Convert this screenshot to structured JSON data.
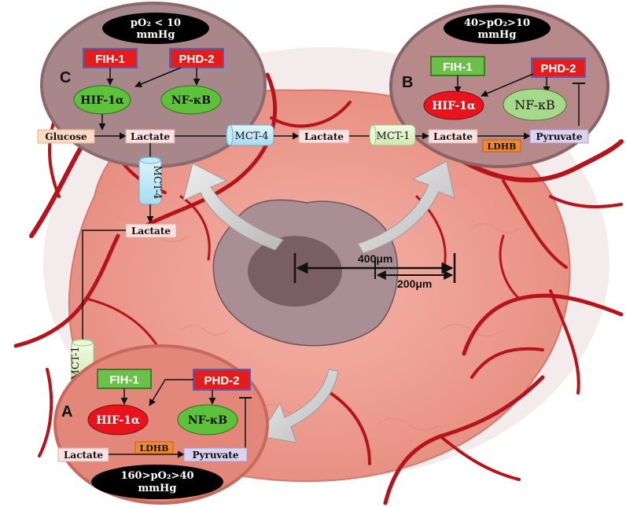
{
  "zones": {
    "A": {
      "letter": "A",
      "po2_line1": "160>pO₂>40",
      "po2_line2": "mmHg"
    },
    "B": {
      "letter": "B",
      "po2_line1": "40>pO₂>10",
      "po2_line2": "mmHg"
    },
    "C": {
      "letter": "C",
      "po2_line1": "pO₂ < 10",
      "po2_line2": "mmHg"
    }
  },
  "labels": {
    "fih1": "FIH-1",
    "phd2": "PHD-2",
    "hif1a": "HIF-1α",
    "nfkb": "NF-κB",
    "glucose": "Glucose",
    "lactate": "Lactate",
    "pyruvate": "Pyruvate",
    "ldhb": "LDHB",
    "mct4": "MCT-4",
    "mct1": "MCT-1"
  },
  "scale": {
    "outer": "400μm",
    "inner": "200μm"
  },
  "colors": {
    "vessel": "#b5141c",
    "red_box": "#e31c1c",
    "green_box": "#6cc04a",
    "green_oval": "#5dc13c",
    "red_oval": "#e8141c",
    "zone_c_fill": "#a8878a",
    "zone_b_fill": "#b8898a",
    "zone_a_fill": "#e2877a",
    "ldhb_fill": "#f28a2d",
    "pyruvate_fill": "#dcd1ef",
    "lactate_fill": "#fbe1df",
    "glucose_fill": "#fbd9c2"
  }
}
